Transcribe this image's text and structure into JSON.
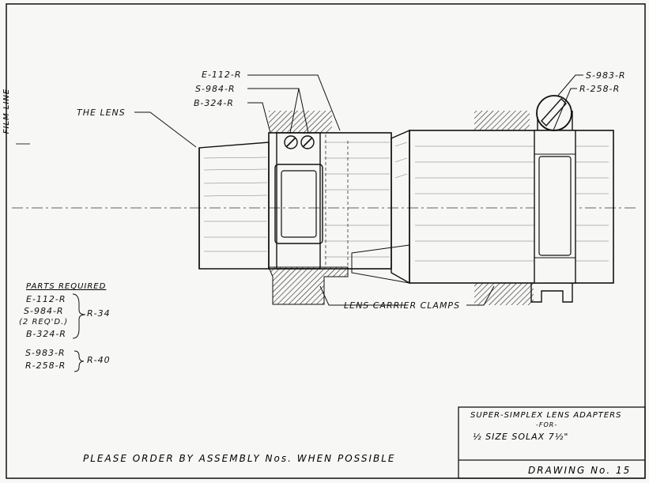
{
  "film_line": "FILM LINE",
  "labels": {
    "the_lens": "THE LENS",
    "e112": "E-112-R",
    "s984": "S-984-R",
    "b324": "B-324-R",
    "s983": "S-983-R",
    "r258": "R-258-R",
    "clamps": "LENS CARRIER CLAMPS"
  },
  "parts": {
    "heading": "PARTS REQUIRED",
    "group1": [
      "E-112-R",
      "S-984-R",
      "(2 REQ'D.)",
      "B-324-R"
    ],
    "group1_assembly": "R-34",
    "group2": [
      "S-983-R",
      "R-258-R"
    ],
    "group2_assembly": "R-40"
  },
  "title_block": {
    "line1": "SUPER-SIMPLEX LENS ADAPTERS",
    "line2": "-FOR-",
    "line3": "½ SIZE SOLAX  7½\"",
    "drawing": "DRAWING No. 15"
  },
  "footer_note": "PLEASE ORDER BY ASSEMBLY Nos. WHEN POSSIBLE"
}
